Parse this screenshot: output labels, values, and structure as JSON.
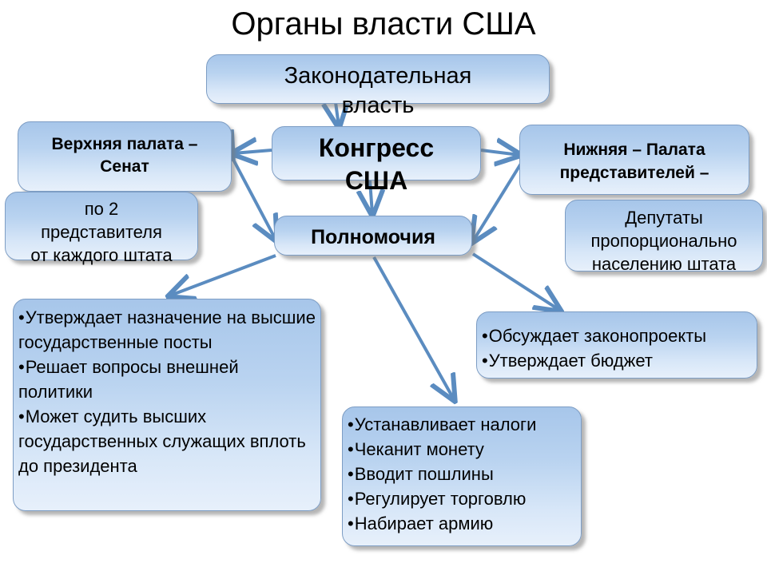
{
  "slide": {
    "title": "Органы власти США",
    "background": "#ffffff",
    "box_fill_top": "#a7c6ea",
    "box_fill_bottom": "#e7f0fb",
    "box_border": "#7d9dc4",
    "connector_color": "#5b8cc0",
    "text_color": "#000000"
  },
  "boxes": {
    "legislative": {
      "lines": [
        "Законодательная",
        "власть"
      ]
    },
    "congress": {
      "lines": [
        "Конгресс",
        "США"
      ]
    },
    "upper_chamber": {
      "lines": [
        "Верхняя палата –",
        "Сенат"
      ]
    },
    "lower_chamber": {
      "lines": [
        "Нижняя – Палата",
        "представителей –"
      ]
    },
    "senate_detail": {
      "lines": [
        "по 2",
        "представителя",
        "от каждого штата"
      ]
    },
    "house_detail": {
      "lines": [
        "Депутаты",
        "пропорционально",
        "населению штата"
      ]
    },
    "powers": {
      "lines": [
        "Полномочия"
      ]
    },
    "powers_left": {
      "bullets": [
        "Утверждает назначение на высшие государственные посты",
        "Решает вопросы внешней политики",
        "Может судить высших государственных служащих вплоть до президента"
      ]
    },
    "powers_right": {
      "bullets": [
        "Обсуждает законопроекты",
        "Утверждает бюджет"
      ]
    },
    "powers_center": {
      "bullets": [
        "Устанавливает налоги",
        "Чеканит монету",
        "Вводит пошлины",
        "Регулирует торговлю",
        "Набирает армию"
      ]
    }
  },
  "connectors": [
    {
      "name": "legislative-to-congress",
      "direction": "down"
    },
    {
      "name": "congress-to-upper-chamber",
      "direction": "left"
    },
    {
      "name": "congress-to-lower-chamber",
      "direction": "right"
    },
    {
      "name": "congress-to-powers",
      "direction": "down"
    },
    {
      "name": "upper-chamber-to-powers",
      "direction": "both"
    },
    {
      "name": "lower-chamber-to-powers",
      "direction": "both"
    },
    {
      "name": "powers-to-powers-left",
      "direction": "down-left"
    },
    {
      "name": "powers-to-powers-center",
      "direction": "down"
    },
    {
      "name": "powers-to-powers-right",
      "direction": "down-right"
    }
  ]
}
